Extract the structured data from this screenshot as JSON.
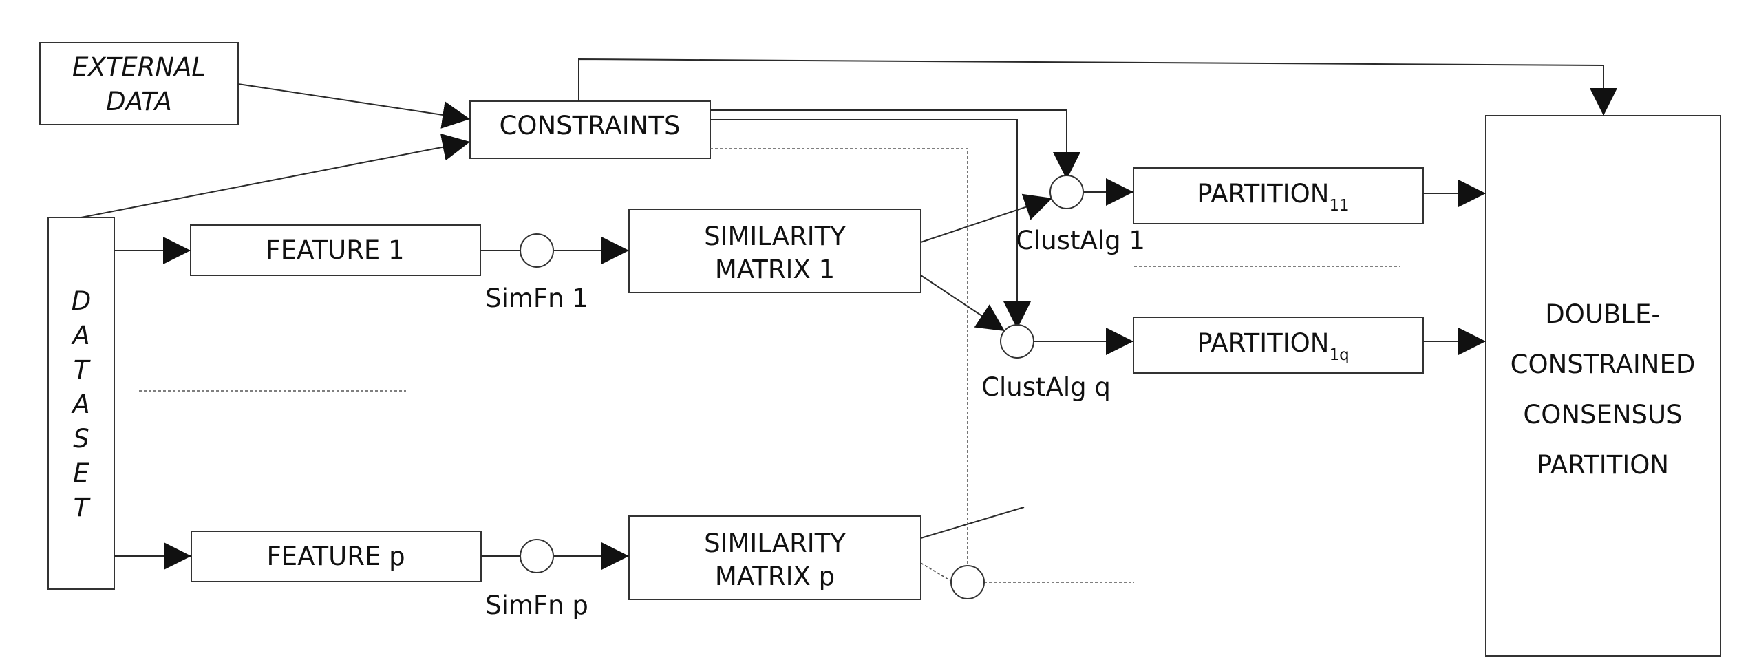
{
  "external_data": {
    "line1": "EXTERNAL",
    "line2": "DATA"
  },
  "constraints": {
    "label": "CONSTRAINTS"
  },
  "dataset": {
    "letters": [
      "D",
      "A",
      "T",
      "A",
      "S",
      "E",
      "T"
    ]
  },
  "features": {
    "first": "FEATURE 1",
    "last": "FEATURE p"
  },
  "similarity_functions": {
    "first": "SimFn 1",
    "last": "SimFn p"
  },
  "similarity_matrices": {
    "first": {
      "line1": "SIMILARITY",
      "line2": "MATRIX 1"
    },
    "last": {
      "line1": "SIMILARITY",
      "line2": "MATRIX p"
    }
  },
  "clustering_algorithms": {
    "first": "ClustAlg 1",
    "last": "ClustAlg q"
  },
  "partitions": {
    "first": {
      "main": "PARTITION",
      "sub": "11"
    },
    "last": {
      "main": "PARTITION",
      "sub": "1q"
    }
  },
  "consensus": {
    "line1": "DOUBLE-",
    "line2": "CONSTRAINED",
    "line3": "CONSENSUS",
    "line4": "PARTITION"
  }
}
